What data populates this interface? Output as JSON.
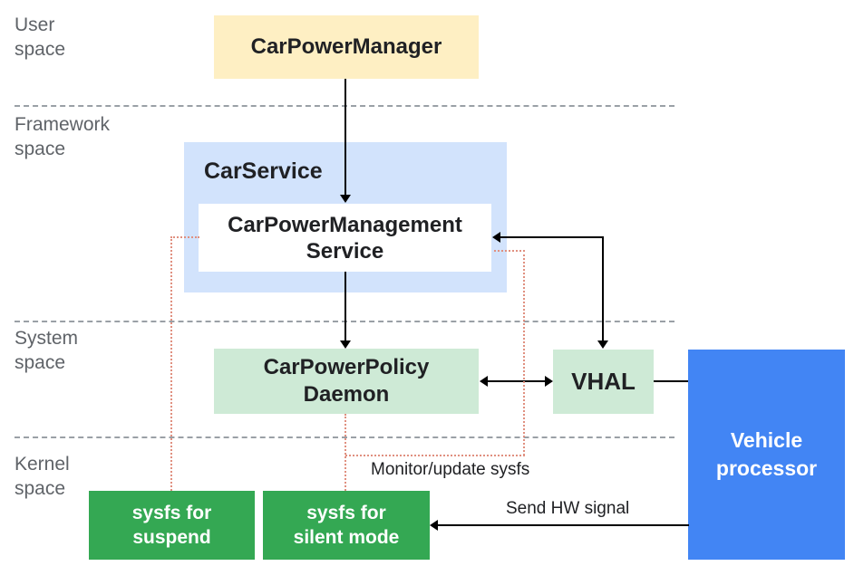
{
  "spaces": [
    {
      "id": "user-space",
      "line1": "User",
      "line2": "space"
    },
    {
      "id": "framework-space",
      "line1": "Framework",
      "line2": "space"
    },
    {
      "id": "system-space",
      "line1": "System",
      "line2": "space"
    },
    {
      "id": "kernel-space",
      "line1": "Kernel",
      "line2": "space"
    }
  ],
  "boxes": {
    "car_power_manager": {
      "label": "CarPowerManager",
      "fill": "#feefc3"
    },
    "car_service": {
      "label": "CarService",
      "fill": "#d2e3fc"
    },
    "car_power_management_service": {
      "line1": "CarPowerManagement",
      "line2": "Service",
      "fill": "#ffffff"
    },
    "car_power_policy_daemon": {
      "line1": "CarPowerPolicy",
      "line2": "Daemon",
      "fill": "#ceead6"
    },
    "vhal": {
      "label": "VHAL",
      "fill": "#ceead6"
    },
    "vehicle_processor": {
      "line1": "Vehicle",
      "line2": "processor",
      "fill": "#4285f4"
    },
    "sysfs_suspend": {
      "line1": "sysfs for",
      "line2": "suspend",
      "fill": "#34a853"
    },
    "sysfs_silent_mode": {
      "line1": "sysfs for",
      "line2": "silent mode",
      "fill": "#34a853"
    }
  },
  "annotations": {
    "monitor_update_sysfs": "Monitor/update sysfs",
    "send_hw_signal": "Send HW signal"
  },
  "colors": {
    "dotted_monitor_line": "#e09080",
    "separator_dashed": "#9aa0a6",
    "space_label_text": "#5f6368",
    "connector_line": "#000000"
  }
}
